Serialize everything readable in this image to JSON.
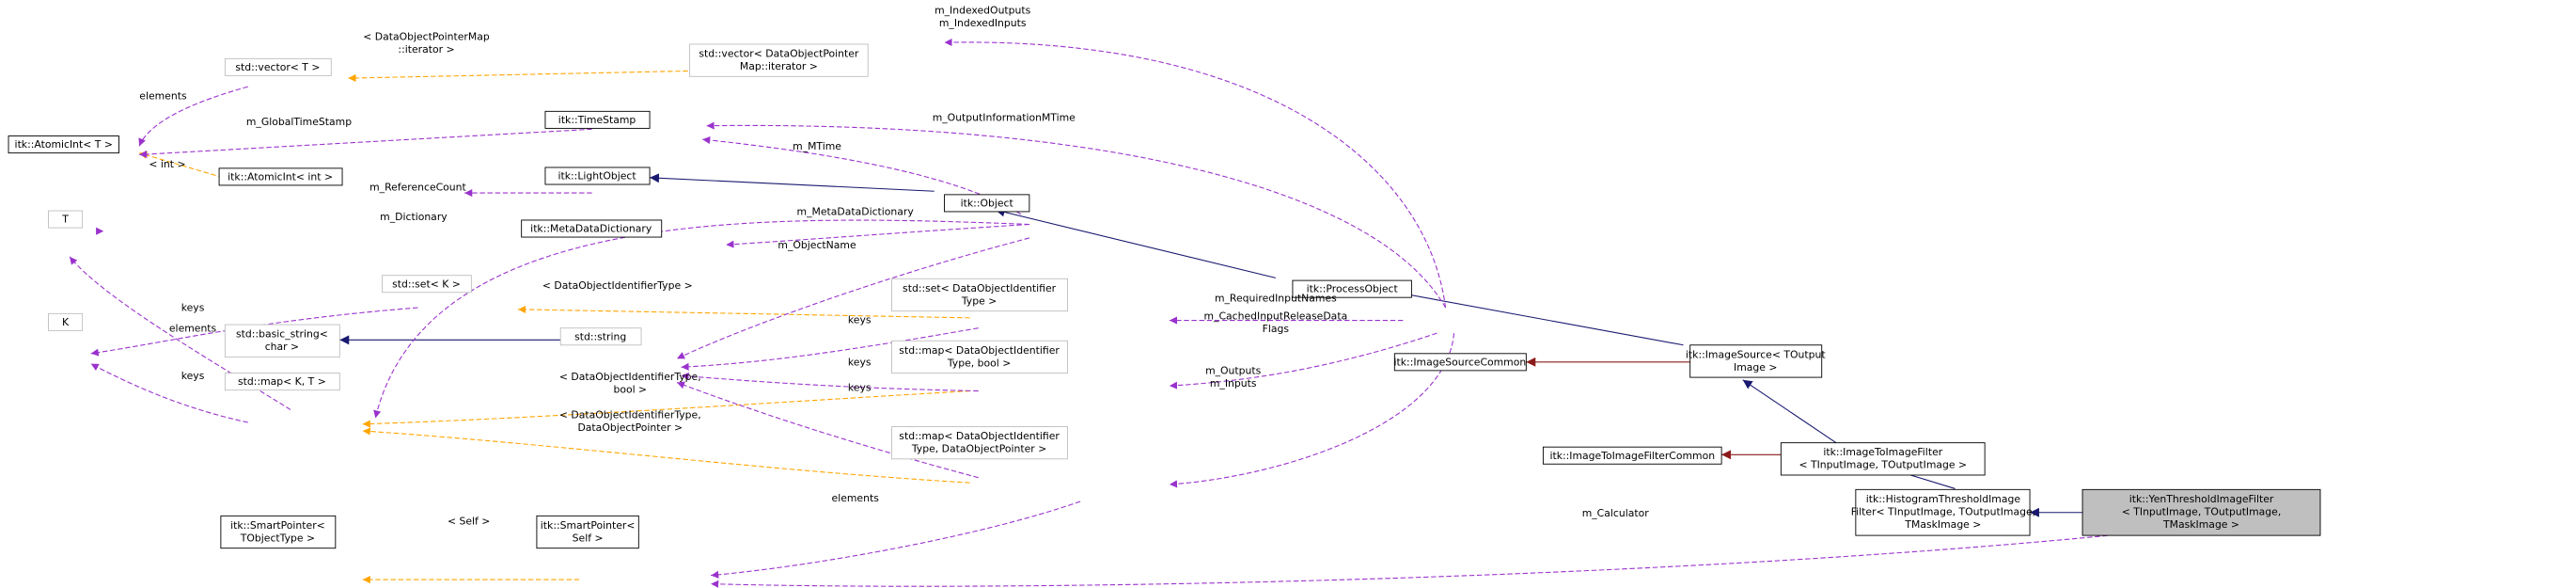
{
  "nodes": {
    "yen": [
      "itk::YenThresholdImageFilter",
      "< TInputImage, TOutputImage,",
      "TMaskImage >"
    ],
    "histogram": [
      "itk::HistogramThresholdImage",
      "Filter< TInputImage, TOutputImage,",
      "TMaskImage >"
    ],
    "imagetoimage": [
      "itk::ImageToImageFilter",
      "< TInputImage, TOutputImage >"
    ],
    "imagetoimagecommon": [
      "itk::ImageToImageFilterCommon"
    ],
    "imagesource": [
      "itk::ImageSource< TOutput",
      "Image >"
    ],
    "imagesourcecommon": [
      "itk::ImageSourceCommon"
    ],
    "processobject": [
      "itk::ProcessObject"
    ],
    "object": [
      "itk::Object"
    ],
    "lightobject": [
      "itk::LightObject"
    ],
    "timestamp": [
      "itk::TimeStamp"
    ],
    "atomicint_int": [
      "itk::AtomicInt< int >"
    ],
    "atomicint_t": [
      "itk::AtomicInt< T >"
    ],
    "metadatadict": [
      "itk::MetaDataDictionary"
    ],
    "stdstring": [
      "std::string"
    ],
    "basicstring": [
      "std::basic_string<",
      "char >"
    ],
    "smartptr_self": [
      "itk::SmartPointer<",
      "Self >"
    ],
    "smartptr_t": [
      "itk::SmartPointer<",
      "TObjectType >"
    ],
    "vector_t": [
      "std::vector< T >"
    ],
    "vector_iter": [
      "std::vector< DataObjectPointer",
      "Map::iterator >"
    ],
    "set_k": [
      "std::set< K >"
    ],
    "set_doit": [
      "std::set< DataObjectIdentifier",
      "Type >"
    ],
    "map_kt": [
      "std::map< K, T >"
    ],
    "map_bool": [
      "std::map< DataObjectIdentifier",
      "Type, bool >"
    ],
    "map_ptr": [
      "std::map< DataObjectIdentifier",
      "Type, DataObjectPointer >"
    ],
    "t": [
      "T"
    ],
    "k": [
      "K"
    ]
  },
  "edge_labels": {
    "indexed": [
      "m_IndexedOutputs",
      "m_IndexedInputs"
    ],
    "dopm": [
      "< DataObjectPointerMap",
      "::iterator >"
    ],
    "elements_vec": [
      "elements"
    ],
    "global_ts": [
      "m_GlobalTimeStamp"
    ],
    "int_tmpl": [
      "< int >"
    ],
    "refcount": [
      "m_ReferenceCount"
    ],
    "output_mtime": [
      "m_OutputInformationMTime"
    ],
    "mtime": [
      "m_MTime"
    ],
    "dictionary": [
      "m_Dictionary"
    ],
    "metadatadict": [
      "m_MetaDataDictionary"
    ],
    "objectname": [
      "m_ObjectName"
    ],
    "doit_tmpl": [
      "< DataObjectIdentifierType >"
    ],
    "keys_set": [
      "keys"
    ],
    "elements_t": [
      "elements"
    ],
    "keys_set_str": [
      "keys"
    ],
    "required": [
      "m_RequiredInputNames"
    ],
    "cached": [
      "m_CachedInputReleaseData",
      "Flags"
    ],
    "keys_map1": [
      "keys"
    ],
    "keys_map2": [
      "keys"
    ],
    "keys_mapk": [
      "keys"
    ],
    "doit_bool": [
      "< DataObjectIdentifierType,",
      "bool >"
    ],
    "doit_ptr": [
      "< DataObjectIdentifierType,",
      "DataObjectPointer >"
    ],
    "outputs": [
      "m_Outputs",
      "m_Inputs"
    ],
    "elements_self": [
      "elements"
    ],
    "self_tmpl": [
      "< Self >"
    ],
    "calculator": [
      "m_Calculator"
    ]
  },
  "colors": {
    "usage": "#9a32cd",
    "template": "#ffa500",
    "inheritance": "#191970",
    "private_inheritance": "#8b1a1a",
    "focus_fill": "#bfbfbf"
  }
}
